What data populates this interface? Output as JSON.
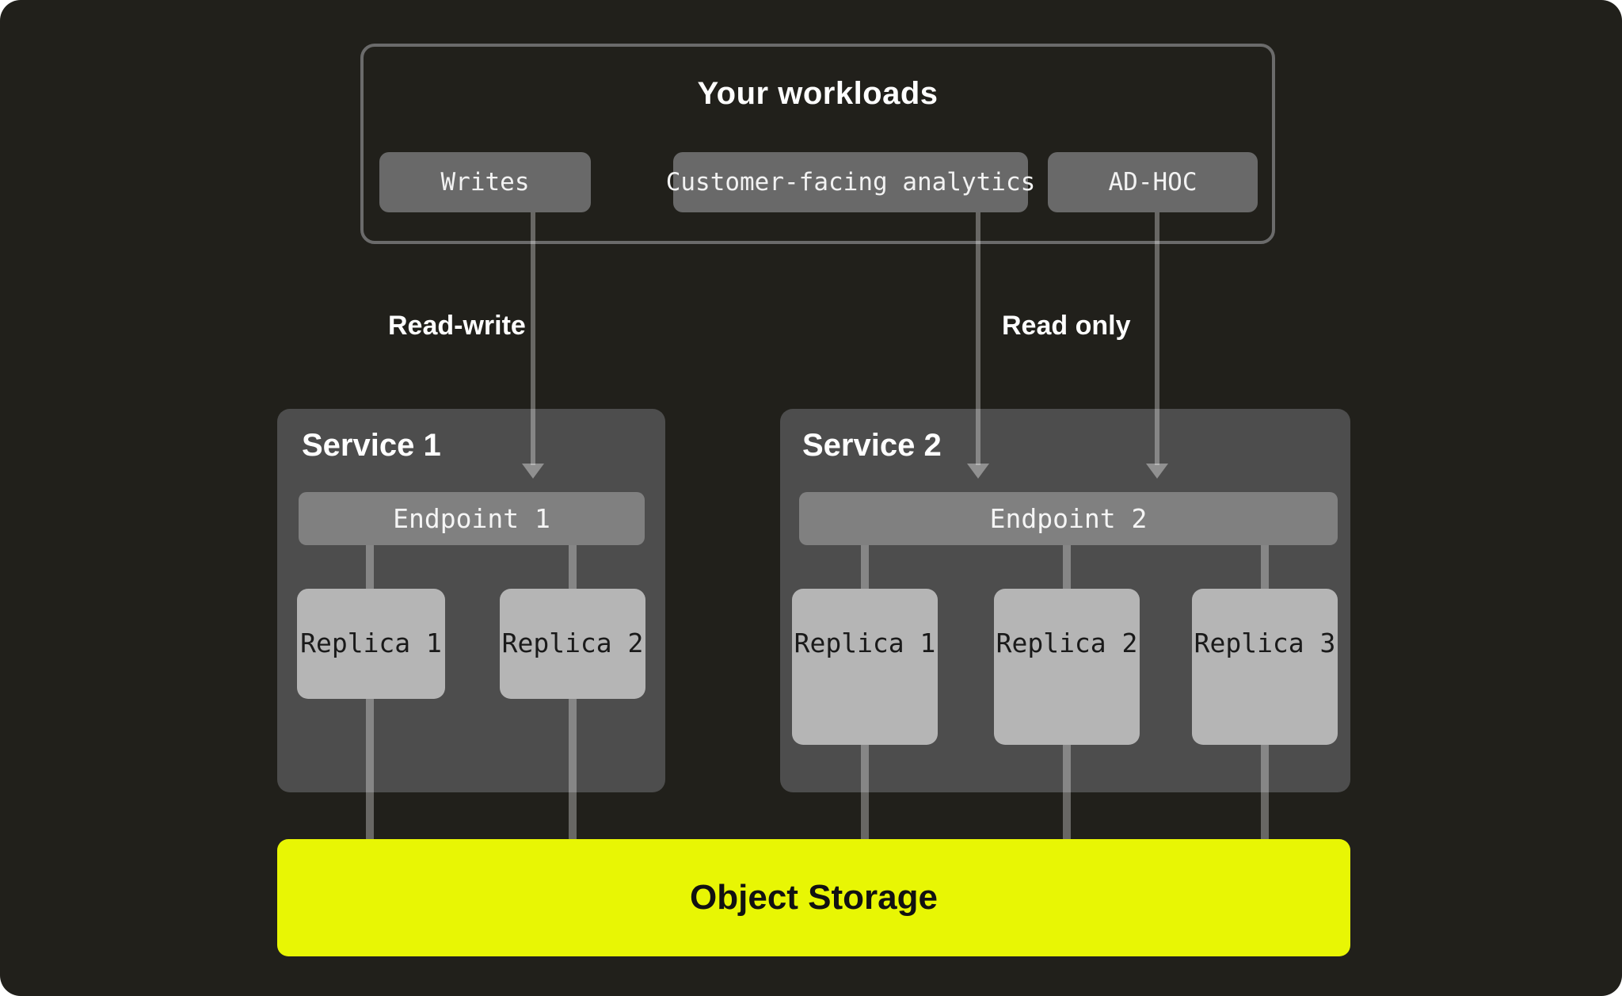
{
  "colors": {
    "canvas_bg": "#21201B",
    "box_border": "#6B6B6B",
    "pill_bg": "#696969",
    "service_bg": "#4D4D4D",
    "endpoint_bg": "#808080",
    "replica_bg": "#B5B5B5",
    "storage_bg": "#E8F604",
    "storage_text": "#111111",
    "light_text": "#FFFFFF"
  },
  "workloads": {
    "title": "Your workloads",
    "pills": [
      {
        "label": "Writes"
      },
      {
        "label": "Customer-facing analytics"
      },
      {
        "label": "AD-HOC"
      }
    ]
  },
  "edges": {
    "read_write_label": "Read-write",
    "read_only_label": "Read only"
  },
  "services": [
    {
      "title": "Service 1",
      "endpoint": "Endpoint 1",
      "replicas": [
        "Replica 1",
        "Replica 2"
      ]
    },
    {
      "title": "Service 2",
      "endpoint": "Endpoint 2",
      "replicas": [
        "Replica 1",
        "Replica 2",
        "Replica 3"
      ]
    }
  ],
  "storage": {
    "label": "Object Storage"
  }
}
